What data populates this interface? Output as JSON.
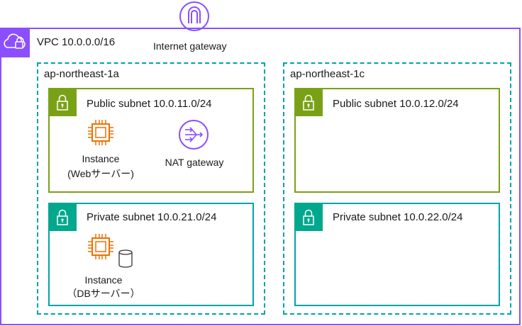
{
  "vpc": {
    "label": "VPC 10.0.0.0/16",
    "icon": "vpc-cloud-lock-icon",
    "color": "#8C4FFF"
  },
  "internet_gateway": {
    "label": "Internet gateway",
    "icon": "internet-gateway-icon",
    "color": "#8C4FFF"
  },
  "availability_zones": [
    {
      "name": "ap-northeast-1a",
      "public_subnet": {
        "label": "Public subnet 10.0.11.0/24",
        "resources": [
          {
            "icon": "ec2-instance-icon",
            "line1": "Instance",
            "line2": "(Webサーバー)"
          },
          {
            "icon": "nat-gateway-icon",
            "line1": "NAT gateway"
          }
        ]
      },
      "private_subnet": {
        "label": "Private subnet 10.0.21.0/24",
        "resources": [
          {
            "icon": "ec2-instance-db-icon",
            "line1": "Instance",
            "line2": "（DBサーバー）"
          }
        ]
      }
    },
    {
      "name": "ap-northeast-1c",
      "public_subnet": {
        "label": "Public subnet 10.0.12.0/24",
        "resources": []
      },
      "private_subnet": {
        "label": "Private subnet 10.0.22.0/24",
        "resources": []
      }
    }
  ],
  "colors": {
    "vpc": "#8C4FFF",
    "az_border": "#00A4A6",
    "public_subnet": "#7AA116",
    "private_subnet": "#00A4A6",
    "instance": "#ED7100"
  }
}
